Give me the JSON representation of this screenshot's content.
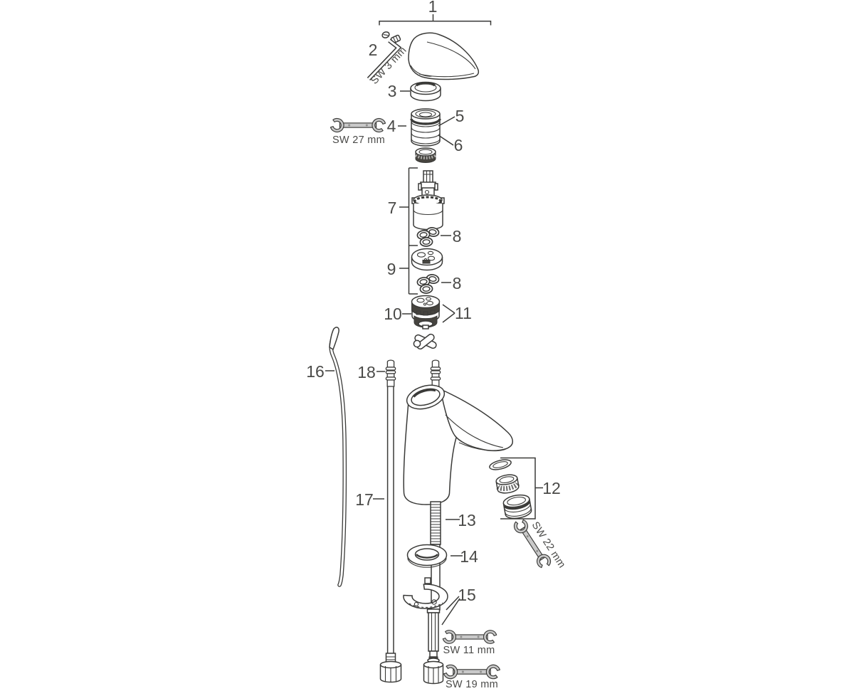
{
  "diagram": {
    "type": "exploded-parts-diagram",
    "subject": "single-lever basin mixer faucet spare parts",
    "callouts": {
      "c1": "1",
      "c2": "2",
      "c3": "3",
      "c4": "4",
      "c5": "5",
      "c6": "6",
      "c7": "7",
      "c8": "8",
      "c9": "9",
      "c10": "10",
      "c11": "11",
      "c12": "12",
      "c13": "13",
      "c14": "14",
      "c15": "15",
      "c16": "16",
      "c17": "17",
      "c18": "18"
    },
    "tools": {
      "allen_key": "SW 3 mm",
      "wrench_27": "SW 27 mm",
      "wrench_22": "SW 22 mm",
      "wrench_11": "SW 11 mm",
      "wrench_19": "SW 19 mm"
    },
    "colors": {
      "background": "#ffffff",
      "line": "#3a3a38",
      "label_text": "#4a4a48",
      "tool_fill": "#c9c9c9",
      "dark_fill": "#46443f"
    }
  }
}
